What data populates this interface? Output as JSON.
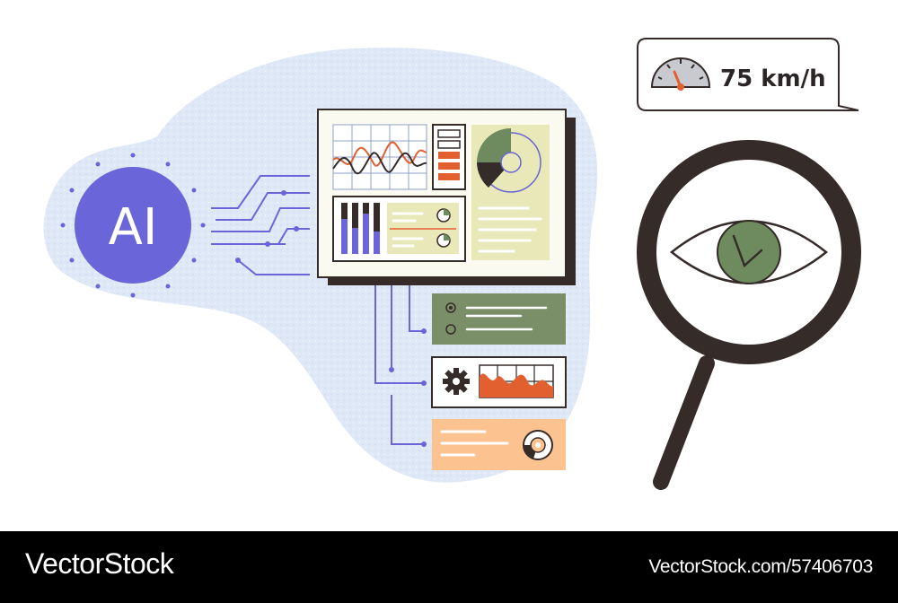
{
  "illustration": {
    "ai_badge_label": "AI",
    "speed_readout": "75 km/h"
  },
  "footer": {
    "brand": "VectorStock",
    "image_id": "VectorStock.com/57406703"
  },
  "icons": [
    "ai-badge",
    "speedometer-icon",
    "magnifier-icon",
    "eye-icon",
    "clock-icon",
    "gear-icon",
    "pie-chart-icon",
    "donut-chart-icon",
    "radio-button-icon"
  ],
  "colors": {
    "indigo": "#6a65d8",
    "blob_blue": "#dde7f5",
    "dark_brown": "#352b29",
    "orange": "#e2602f",
    "sage_green": "#6e8b5f",
    "olive": "#7a8e68",
    "cream": "#e9e8b9",
    "peach": "#fcc290"
  }
}
